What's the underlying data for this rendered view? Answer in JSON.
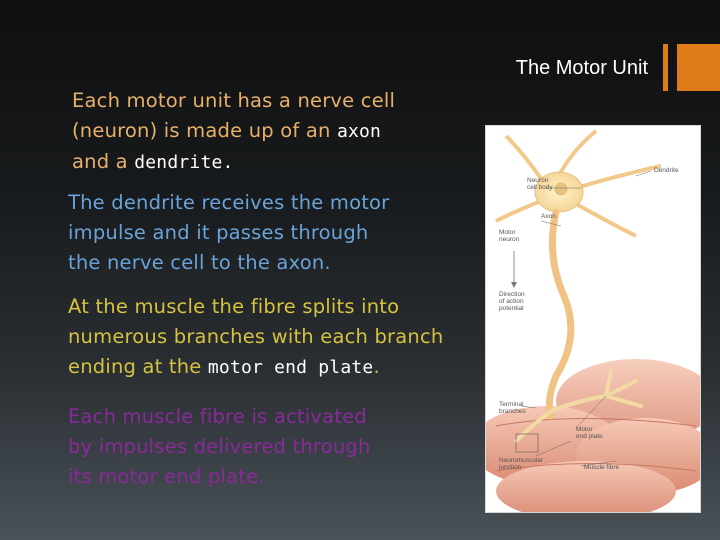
{
  "slide": {
    "title": "The Motor Unit",
    "p1": {
      "a": "Each motor unit has a nerve cell",
      "b": "(neuron) is made up of an ",
      "axon": "axon",
      "c": "and a ",
      "dendrite": "dendrite."
    },
    "p2": {
      "a": "The dendrite receives the motor",
      "b": "impulse and it passes through",
      "c": "the nerve cell to the axon."
    },
    "p3": {
      "a": "At the muscle the fibre splits into",
      "b": "numerous branches with each branch",
      "c": "ending at the ",
      "mep": "motor end plate",
      "d": "."
    },
    "p4": {
      "a": "Each muscle fibre is activated",
      "b": "by impulses delivered through",
      "c": "its motor end plate."
    }
  },
  "figure": {
    "labels": {
      "neuron_cell_body_1": "Neuron",
      "neuron_cell_body_2": "cell body",
      "dendrite": "Dendrite",
      "axon": "Axon",
      "motor_neuron_1": "Motor",
      "motor_neuron_2": "neuron",
      "direction_1": "Direction",
      "direction_2": "of action",
      "direction_3": "potential",
      "terminal_1": "Terminal",
      "terminal_2": "branches",
      "motor_end_plate_1": "Motor",
      "motor_end_plate_2": "end plate",
      "nmj_1": "Neuromuscular",
      "nmj_2": "junction",
      "muscle_fibre": "Muscle fibre"
    }
  }
}
